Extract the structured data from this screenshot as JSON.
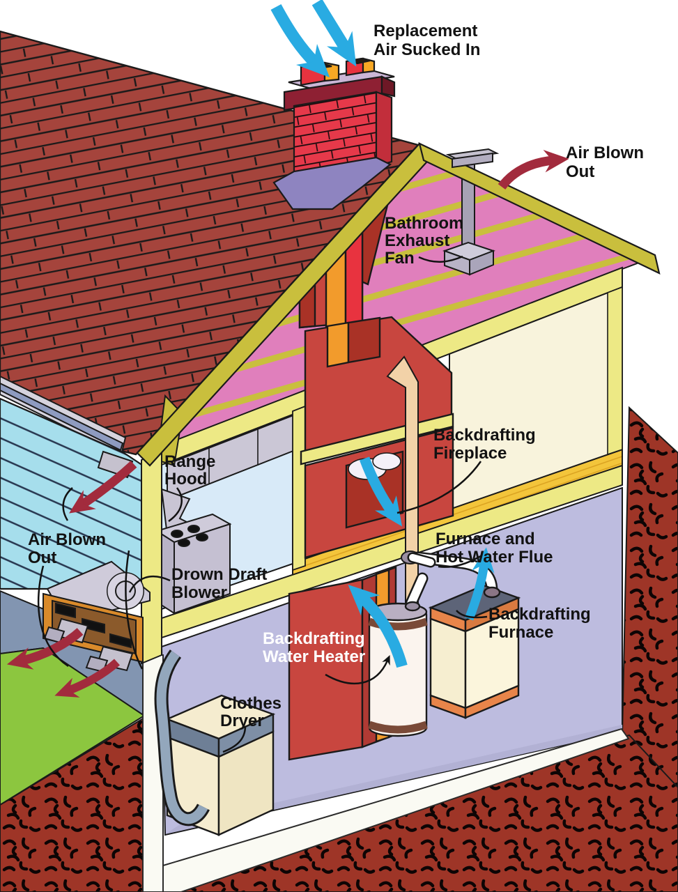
{
  "diagram": {
    "description": "Cutaway house illustration showing backdrafting and air-flow problems",
    "labels": {
      "replacement_air": {
        "line1": "Replacement",
        "line2": "Air Sucked In"
      },
      "air_blown_out_top": {
        "line1": "Air Blown",
        "line2": "Out"
      },
      "bathroom_exhaust_fan": {
        "line1": "Bathroom",
        "line2": "Exhaust",
        "line3": "Fan"
      },
      "backdrafting_fireplace": {
        "line1": "Backdrafting",
        "line2": "Fireplace"
      },
      "range_hood": {
        "line1": "Range",
        "line2": "Hood"
      },
      "air_blown_out_left": {
        "line1": "Air Blown",
        "line2": "Out"
      },
      "drown_draft_blower": {
        "line1": "Drown Draft",
        "line2": "Blower"
      },
      "furnace_hot_water_flue": {
        "line1": "Furnace and",
        "line2": "Hot Water Flue"
      },
      "backdrafting_furnace": {
        "line1": "Backdrafting",
        "line2": "Furnace"
      },
      "backdrafting_water_heater": {
        "line1": "Backdrafting",
        "line2": "Water Heater"
      },
      "clothes_dryer": {
        "line1": "Clothes",
        "line2": "Dryer"
      }
    },
    "arrows": [
      {
        "name": "replacement-air-arrows",
        "color": "#29ABE2",
        "meaning": "air sucked in at chimney"
      },
      {
        "name": "air-blown-out-roof-arrow",
        "color": "#A22B3D",
        "meaning": "air blown out of roof vent"
      },
      {
        "name": "air-blown-out-side-arrows",
        "color": "#A22B3D",
        "meaning": "air blown out of side vents"
      },
      {
        "name": "backdraft-fireplace-arrow",
        "color": "#29ABE2",
        "meaning": "air backdrafting down fireplace"
      },
      {
        "name": "backdraft-water-heater-arrow",
        "color": "#29ABE2",
        "meaning": "air backdrafting at water heater"
      },
      {
        "name": "backdraft-furnace-arrow",
        "color": "#29ABE2",
        "meaning": "air backdrafting at furnace"
      }
    ],
    "colors": {
      "arrow_blue": "#29ABE2",
      "arrow_dark_red": "#A22B3D",
      "roof_shingle": "#A5443C",
      "chimney_brick": "#E6394A",
      "attic_pink": "#E07FBC",
      "trim_olive": "#C9BF3D",
      "framing_pale_yellow": "#EDE985",
      "siding_cyan": "#A6DEEC",
      "wall_cream": "#F8F3DC",
      "basement_lavender": "#BDBCDF",
      "kitchen_blue": "#D8EAF8",
      "wood_floor_gold": "#F3C53B",
      "grass_green": "#8CC63F",
      "ground_gray_blue": "#8295B1",
      "soil_red": "#9E3527",
      "fireplace_red": "#C8463F",
      "flue_orange": "#F29B2C"
    }
  }
}
